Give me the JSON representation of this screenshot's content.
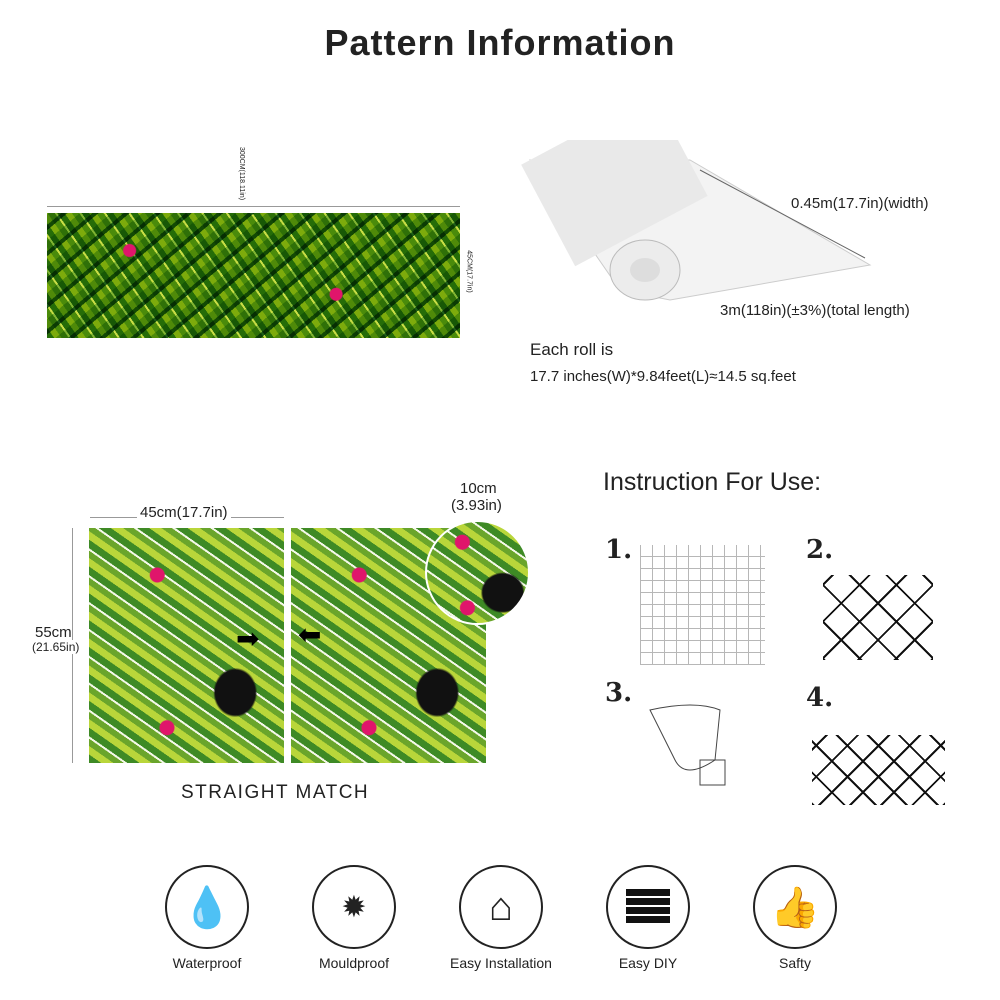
{
  "title": "Pattern Information",
  "panel_preview": {
    "length_label": "300CM(118.11in)",
    "height_label": "45CM(17.7in)"
  },
  "roll": {
    "width_label": "0.45m(17.7in)(width)",
    "length_label": "3m(118in)(±3%)(total length)",
    "each_roll": "Each roll is",
    "area": "17.7 inches(W)*9.84feet(L)≈14.5 sq.feet"
  },
  "match": {
    "width_label": "45cm(17.7in)",
    "height_label": "55cm",
    "height_label_in": "(21.65in)",
    "repeat_label": "10cm",
    "repeat_label_in": "(3.93in)",
    "caption": "STRAIGHT MATCH"
  },
  "instructions": {
    "heading": "Instruction For Use:",
    "steps": [
      "1.",
      "2.",
      "3.",
      "4."
    ]
  },
  "features": [
    {
      "label": "Waterproof",
      "icon": "water-drop-icon"
    },
    {
      "label": "Mouldproof",
      "icon": "mould-spores-icon"
    },
    {
      "label": "Easy Installation",
      "icon": "house-icon"
    },
    {
      "label": "Easy DIY",
      "icon": "brick-wall-icon"
    },
    {
      "label": "Safty",
      "icon": "thumbs-up-icon"
    }
  ]
}
